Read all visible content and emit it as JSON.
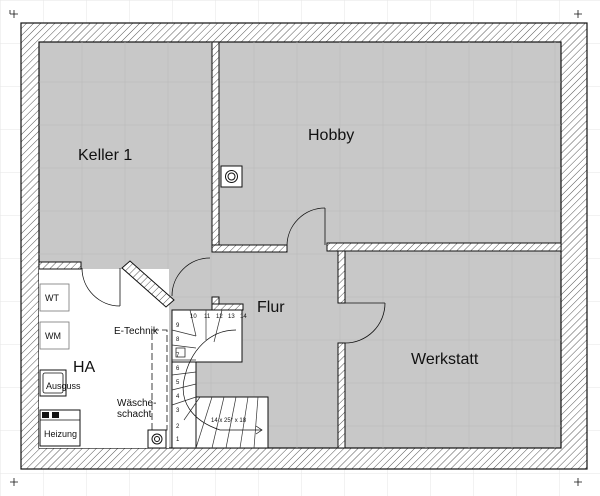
{
  "colors": {
    "floor": "#c8c8c8",
    "wall_fill": "#ffffff",
    "wall_line": "#111111",
    "hatch": "#555555",
    "grid": "#e6e6e6",
    "background": "#ffffff"
  },
  "rooms": {
    "keller1": "Keller 1",
    "hobby": "Hobby",
    "flur": "Flur",
    "werkstatt": "Werkstatt",
    "ha": "HA"
  },
  "fixtures": {
    "wt": "WT",
    "wm": "WM",
    "ausguss": "Ausguss",
    "heizung": "Heizung",
    "etechnik": "E-Technik",
    "waesche_line1": "Wäsche-",
    "waesche_line2": "schacht"
  },
  "stairs": {
    "spec": "14 x 25° x 18",
    "steps": [
      "1",
      "2",
      "3",
      "4",
      "5",
      "6",
      "7",
      "8",
      "9",
      "10",
      "11",
      "12",
      "13",
      "14"
    ]
  },
  "icons": [
    "chimney-icon",
    "corner-marker-icon"
  ]
}
